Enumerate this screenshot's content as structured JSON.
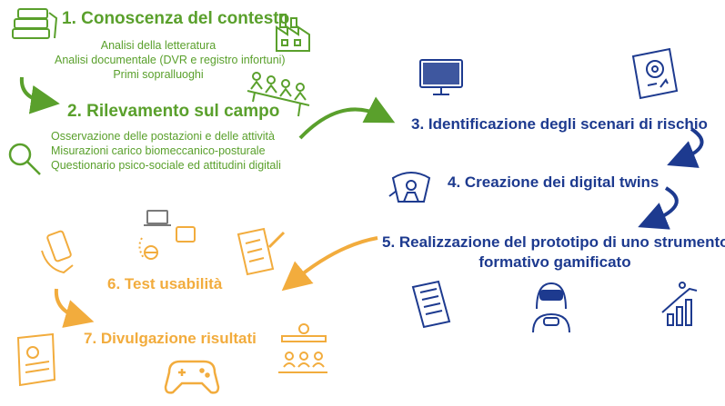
{
  "steps": [
    {
      "title": "1. Conoscenza del contesto",
      "details": [
        "Analisi della letteratura",
        "Analisi documentale (DVR e registro infortuni)",
        "Primi sopralluoghi"
      ]
    },
    {
      "title": "2. Rilevamento sul campo",
      "details": [
        "Osservazione delle postazioni e delle attività",
        "Misurazioni carico biomeccanico-posturale",
        "Questionario psico-sociale ed attitudini digitali"
      ]
    },
    {
      "title": "3. Identificazione degli scenari di rischio"
    },
    {
      "title": "4. Creazione dei digital twins"
    },
    {
      "title": "5. Realizzazione del prototipo di uno strumento",
      "title_line2": "formativo gamificato"
    },
    {
      "title": "6. Test usabilità"
    },
    {
      "title": "7. Divulgazione risultati"
    }
  ],
  "colors": {
    "green": "#5aa02c",
    "blue": "#1d3a8f",
    "orange": "#f2ac3d"
  },
  "icons": [
    "books-icon",
    "factory-icon",
    "workers-icon",
    "magnifier-icon",
    "monitor-icon",
    "laptop-gear-icon",
    "digital-twin-icon",
    "document-icon",
    "vr-gamer-icon",
    "growth-chart-icon",
    "phone-hand-icon",
    "network-icon",
    "checklist-icon",
    "newspaper-icon",
    "presentation-icon",
    "gamepad-icon"
  ]
}
